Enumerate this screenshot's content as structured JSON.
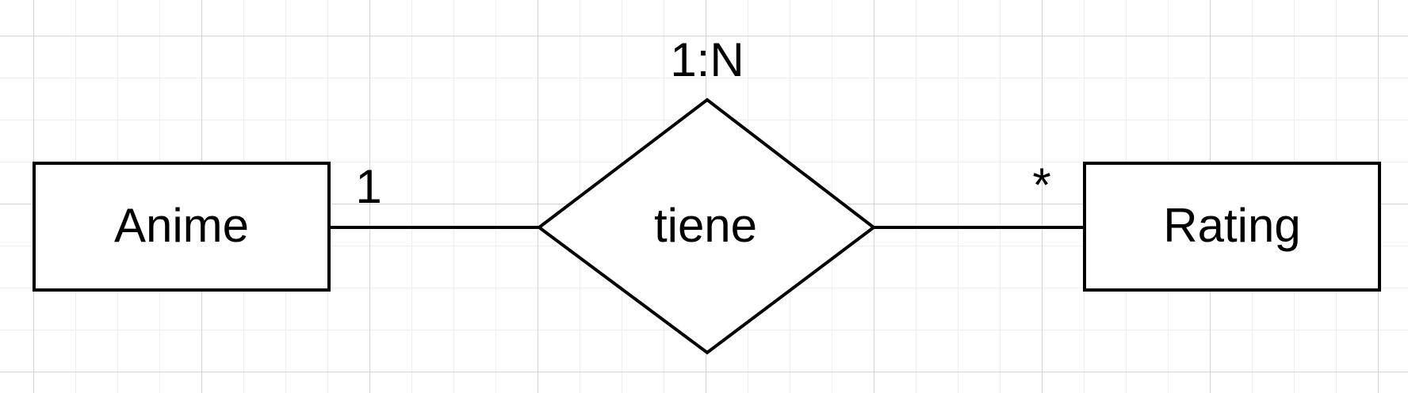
{
  "diagram": {
    "type": "entity-relationship",
    "entities": {
      "left": {
        "label": "Anime"
      },
      "right": {
        "label": "Rating"
      }
    },
    "relationship": {
      "label": "tiene",
      "cardinality": "1:N"
    },
    "multiplicities": {
      "left": "1",
      "right": "*"
    },
    "colors": {
      "stroke": "#000000",
      "fill": "#ffffff",
      "grid_major": "#d4d4d4",
      "grid_minor": "#eeeeee"
    }
  }
}
